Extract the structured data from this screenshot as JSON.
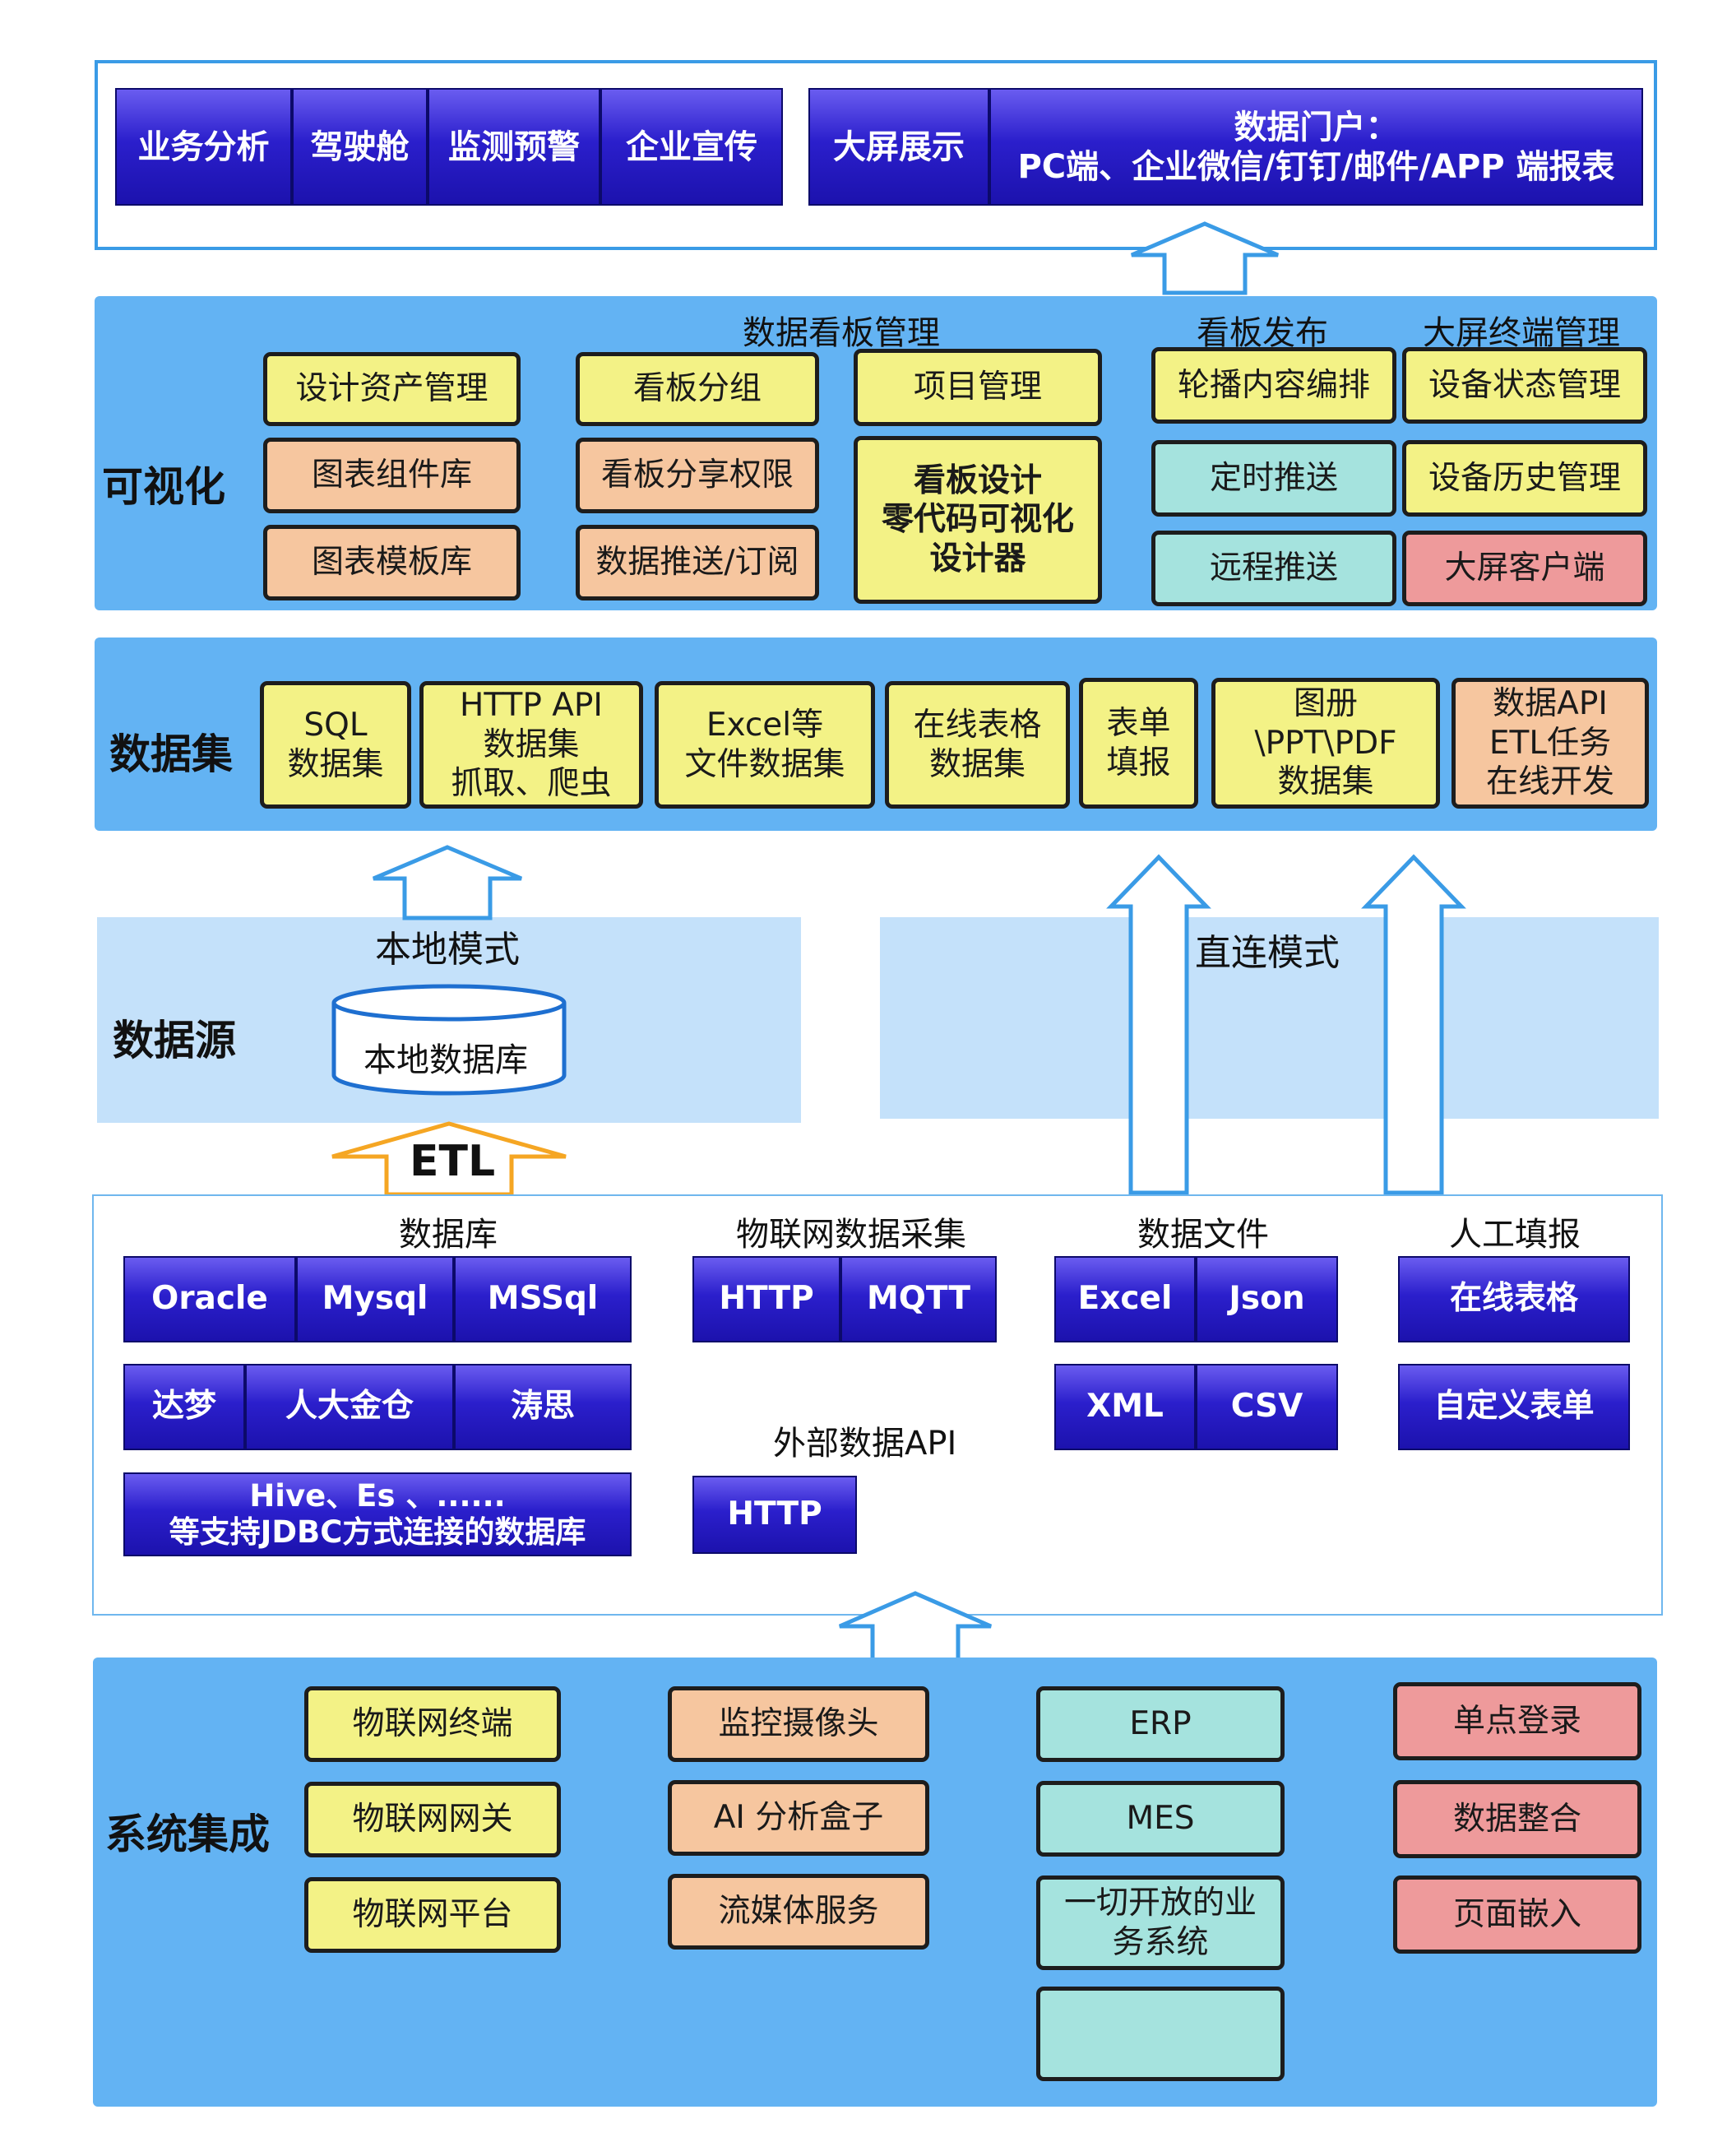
{
  "portal": {
    "left": [
      "业务分析",
      "驾驶舱",
      "监测预警",
      "企业宣传"
    ],
    "right": [
      "大屏展示",
      "数据门户：\nPC端、企业微信/钉钉/邮件/APP 端报表"
    ]
  },
  "visualization": {
    "label": "可视化",
    "group_titles": {
      "dashboard_mgmt": "数据看板管理",
      "publish": "看板发布",
      "screen_mgmt": "大屏终端管理"
    },
    "items": {
      "design_assets": "设计资产管理",
      "chart_components": "图表组件库",
      "chart_templates": "图表模板库",
      "board_group": "看板分组",
      "board_share": "看板分享权限",
      "data_push": "数据推送/订阅",
      "project_mgmt": "项目管理",
      "board_designer": "看板设计\n零代码可视化\n设计器",
      "carousel": "轮播内容编排",
      "scheduled_push": "定时推送",
      "remote_push": "远程推送",
      "device_status": "设备状态管理",
      "device_history": "设备历史管理",
      "screen_client": "大屏客户端"
    }
  },
  "datasets": {
    "label": "数据集",
    "items": [
      "SQL\n数据集",
      "HTTP API\n数据集\n抓取、爬虫",
      "Excel等\n文件数据集",
      "在线表格\n数据集",
      "表单\n填报",
      "图册\n\\PPT\\PDF\n数据集",
      "数据API\nETL任务\n在线开发"
    ]
  },
  "datasource": {
    "label": "数据源",
    "local_mode": "本地模式",
    "local_db": "本地数据库",
    "direct_mode": "直连模式",
    "etl": "ETL"
  },
  "sources": {
    "database": {
      "title": "数据库",
      "row1": [
        "Oracle",
        "Mysql",
        "MSSql"
      ],
      "row2": [
        "达梦",
        "人大金仓",
        "涛思"
      ],
      "row3": "Hive、Es 、......\n等支持JDBC方式连接的数据库"
    },
    "iot": {
      "title": "物联网数据采集",
      "items": [
        "HTTP",
        "MQTT"
      ]
    },
    "external_api": {
      "title": "外部数据API",
      "items": [
        "HTTP"
      ]
    },
    "files": {
      "title": "数据文件",
      "row1": [
        "Excel",
        "Json"
      ],
      "row2": [
        "XML",
        "CSV"
      ]
    },
    "manual": {
      "title": "人工填报",
      "items": [
        "在线表格",
        "自定义表单"
      ]
    }
  },
  "integration": {
    "label": "系统集成",
    "col1": [
      "物联网终端",
      "物联网网关",
      "物联网平台"
    ],
    "col2": [
      "监控摄像头",
      "AI 分析盒子",
      "流媒体服务"
    ],
    "col3": [
      "ERP",
      "MES",
      "一切开放的业\n务系统",
      ""
    ],
    "col4": [
      "单点登录",
      "数据整合",
      "页面嵌入"
    ]
  },
  "colors": {
    "panel_blue": "#63b3f3",
    "light_blue": "#c4e1fa",
    "frame_blue": "#3a9be6",
    "button_blue": "#2b1fcc",
    "yellow": "#f3f286",
    "orange": "#f6c69f",
    "teal": "#a5e3de",
    "red": "#ee9a9b",
    "etl_arrow": "#f5a623"
  }
}
